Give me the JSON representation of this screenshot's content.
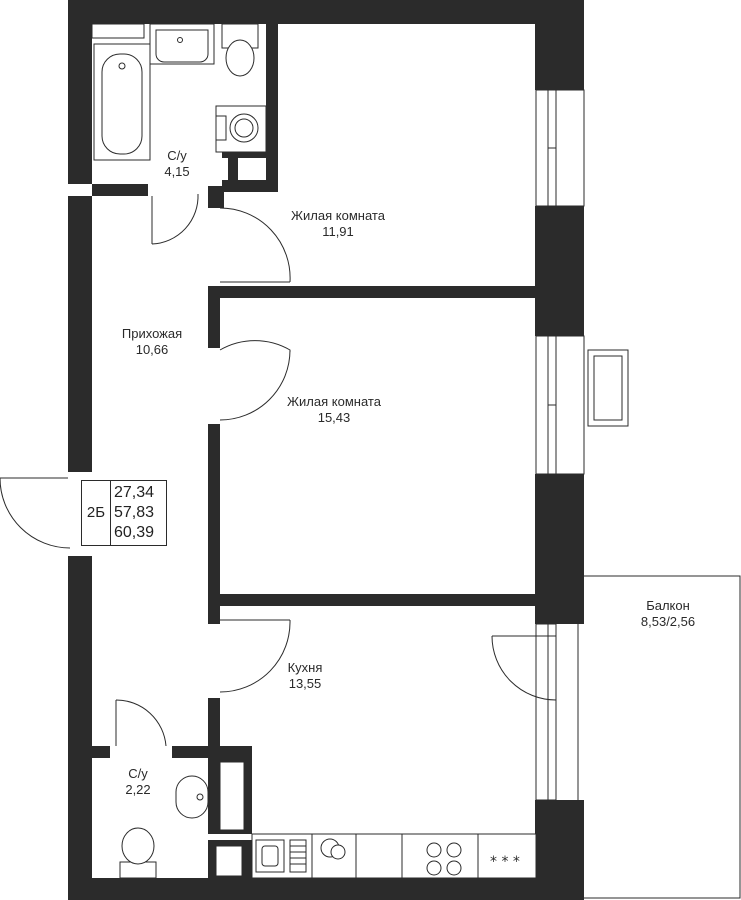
{
  "rooms": {
    "bathroom_1": {
      "name": "С/у",
      "area": "4,15"
    },
    "living_room_1": {
      "name": "Жилая комната",
      "area": "11,91"
    },
    "hallway": {
      "name": "Прихожая",
      "area": "10,66"
    },
    "living_room_2": {
      "name": "Жилая комната",
      "area": "15,43"
    },
    "kitchen": {
      "name": "Кухня",
      "area": "13,55"
    },
    "balcony": {
      "name": "Балкон",
      "area": "8,53/2,56"
    },
    "bathroom_2": {
      "name": "С/у",
      "area": "2,22"
    }
  },
  "summary": {
    "type": "2Б",
    "living_area": "27,34",
    "total_area": "57,83",
    "total_with_balcony": "60,39"
  },
  "colors": {
    "wall": "#2b2b2b",
    "background": "#ffffff"
  }
}
